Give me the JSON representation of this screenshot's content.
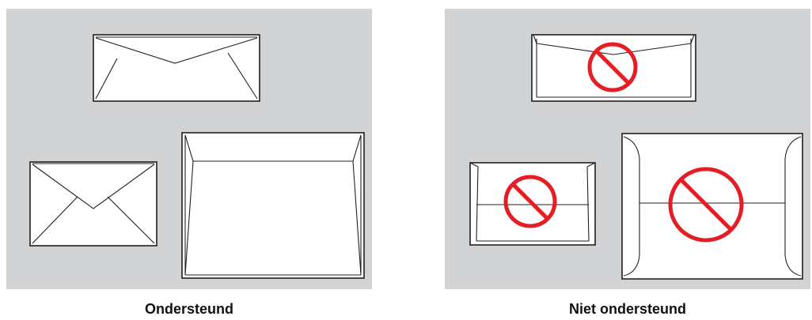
{
  "captions": {
    "supported": "Ondersteund",
    "not_supported": "Niet ondersteund"
  },
  "colors": {
    "panel_background": "#d1d3d4",
    "envelope_fill": "#ffffff",
    "outline": "#231f20",
    "prohibition_sign": "#e31e24"
  },
  "groups": [
    {
      "status": "supported",
      "envelopes": [
        "long-envelope-flap-closed",
        "small-envelope-v-flap",
        "large-envelope-side-flap"
      ]
    },
    {
      "status": "not-supported",
      "envelopes": [
        "long-envelope-flap-open",
        "small-envelope-flap-open",
        "large-envelope-center-flap"
      ]
    }
  ]
}
